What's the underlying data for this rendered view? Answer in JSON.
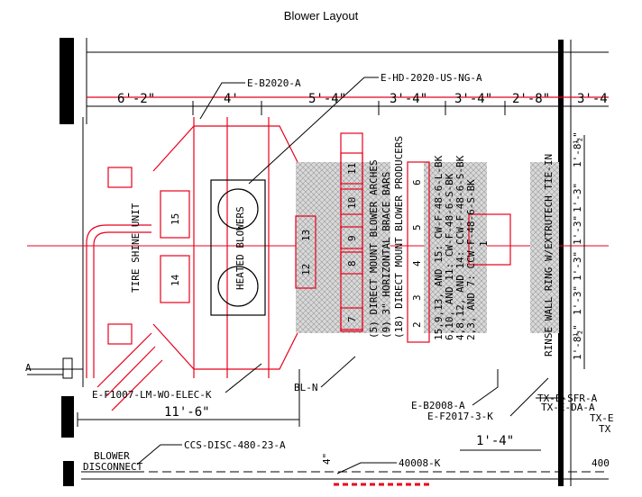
{
  "title": "Blower Layout",
  "dimensions": {
    "d1": "6'-2\"",
    "d2": "4'",
    "d3": "5'-4\"",
    "d4": "3'-4\"",
    "d5": "3'-4\"",
    "d6": "2'-8\"",
    "d7": "3'-4",
    "bottom_width": "11'-6\"",
    "small_right": "1'-4\"",
    "small_bottom": "4\"",
    "vert_1": "1'-8½\"",
    "vert_2": "1'-3\"",
    "vert_3": "1'-3\"",
    "vert_4": "1'-3\"",
    "vert_5": "1'-3\"",
    "vert_6": "1'-8½\""
  },
  "callouts": {
    "e_b2020": "E-B2020-A",
    "e_hd": "E-HD-2020-US-NG-A",
    "e_f1007": "E-F1007-LM-WO-ELEC-K",
    "bl_n": "BL-N",
    "e_b2008": "E-B2008-A",
    "e_f2017": "E-F2017-3-K",
    "tx_1": "TX-E-SFR-A",
    "tx_2": "TX-E-DA-A",
    "tx_3": "TX-E",
    "tx_4": "TX",
    "ccs": "CCS-DISC-480-23-A",
    "p40008": "40008-K",
    "p400": "400",
    "left_a": "A"
  },
  "labels": {
    "tire_shine": "TIRE SHINE UNIT",
    "heated_blowers": "HEATED BLOWERS",
    "rinse_wall": "RINSE WALL RING W/EXTRUTECH TIE-IN",
    "blower_disc_1": "BLOWER",
    "blower_disc_2": "DISCONNECT"
  },
  "notes": [
    "(5) DIRECT MOUNT BLOWER ARCHES",
    "(9) 3\" HORIZONTAL BRACE BARS",
    "(18) DIRECT MOUNT BLOWER PRODUCERS"
  ],
  "producer_notes": [
    "15,9,13, AND 15: CW-F-48-6-L-BK",
    "6,10, AND 11: CW-F-48-6-S-BK",
    "4,8,12, AND 14: CCW-F-48-6-S-BK",
    "2,3, AND 7: CCW-F-48-6-S-BK"
  ],
  "blower_numbers": [
    "15",
    "14",
    "13",
    "12",
    "11",
    "10",
    "9",
    "8",
    "7",
    "6",
    "5",
    "4",
    "3",
    "2",
    "1"
  ],
  "colors": {
    "cad_red": "#e8001c",
    "cad_black": "#000000",
    "hatch_gray": "#9a9a9a"
  }
}
